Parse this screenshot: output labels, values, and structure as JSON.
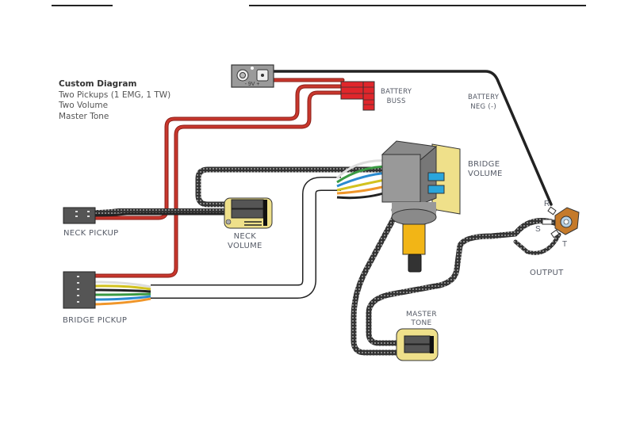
{
  "header": {
    "caption": {
      "title": "Custom Diagram",
      "lines": [
        "Two Pickups (1 EMG, 1 TW)",
        "Two Volume",
        "Master Tone"
      ]
    }
  },
  "components": {
    "battery": {
      "label": "- 9V +"
    },
    "battery_buss": {
      "line1": "BATTERY",
      "line2": "BUSS"
    },
    "battery_neg": {
      "line1": "BATTERY",
      "line2": "NEG (-)"
    },
    "bridge_volume": {
      "line1": "BRIDGE",
      "line2": "VOLUME"
    },
    "neck_pickup": {
      "label": "NECK PICKUP"
    },
    "neck_volume": {
      "line1": "NECK",
      "line2": "VOLUME"
    },
    "bridge_pickup": {
      "label": "BRIDGE PICKUP"
    },
    "master_tone": {
      "line1": "MASTER",
      "line2": "TONE"
    },
    "output": {
      "label": "OUTPUT",
      "ring": "R",
      "sleeve": "S",
      "tip": "T"
    }
  },
  "colors": {
    "wire_red": "#c8372d",
    "wire_black": "#2a2a2a",
    "pot_shaft": "#f2b516",
    "board_yellow": "#efe08a",
    "connector_blue": "#2aa6dc",
    "buss_red": "#e0262b",
    "label_text": "#555a66"
  }
}
